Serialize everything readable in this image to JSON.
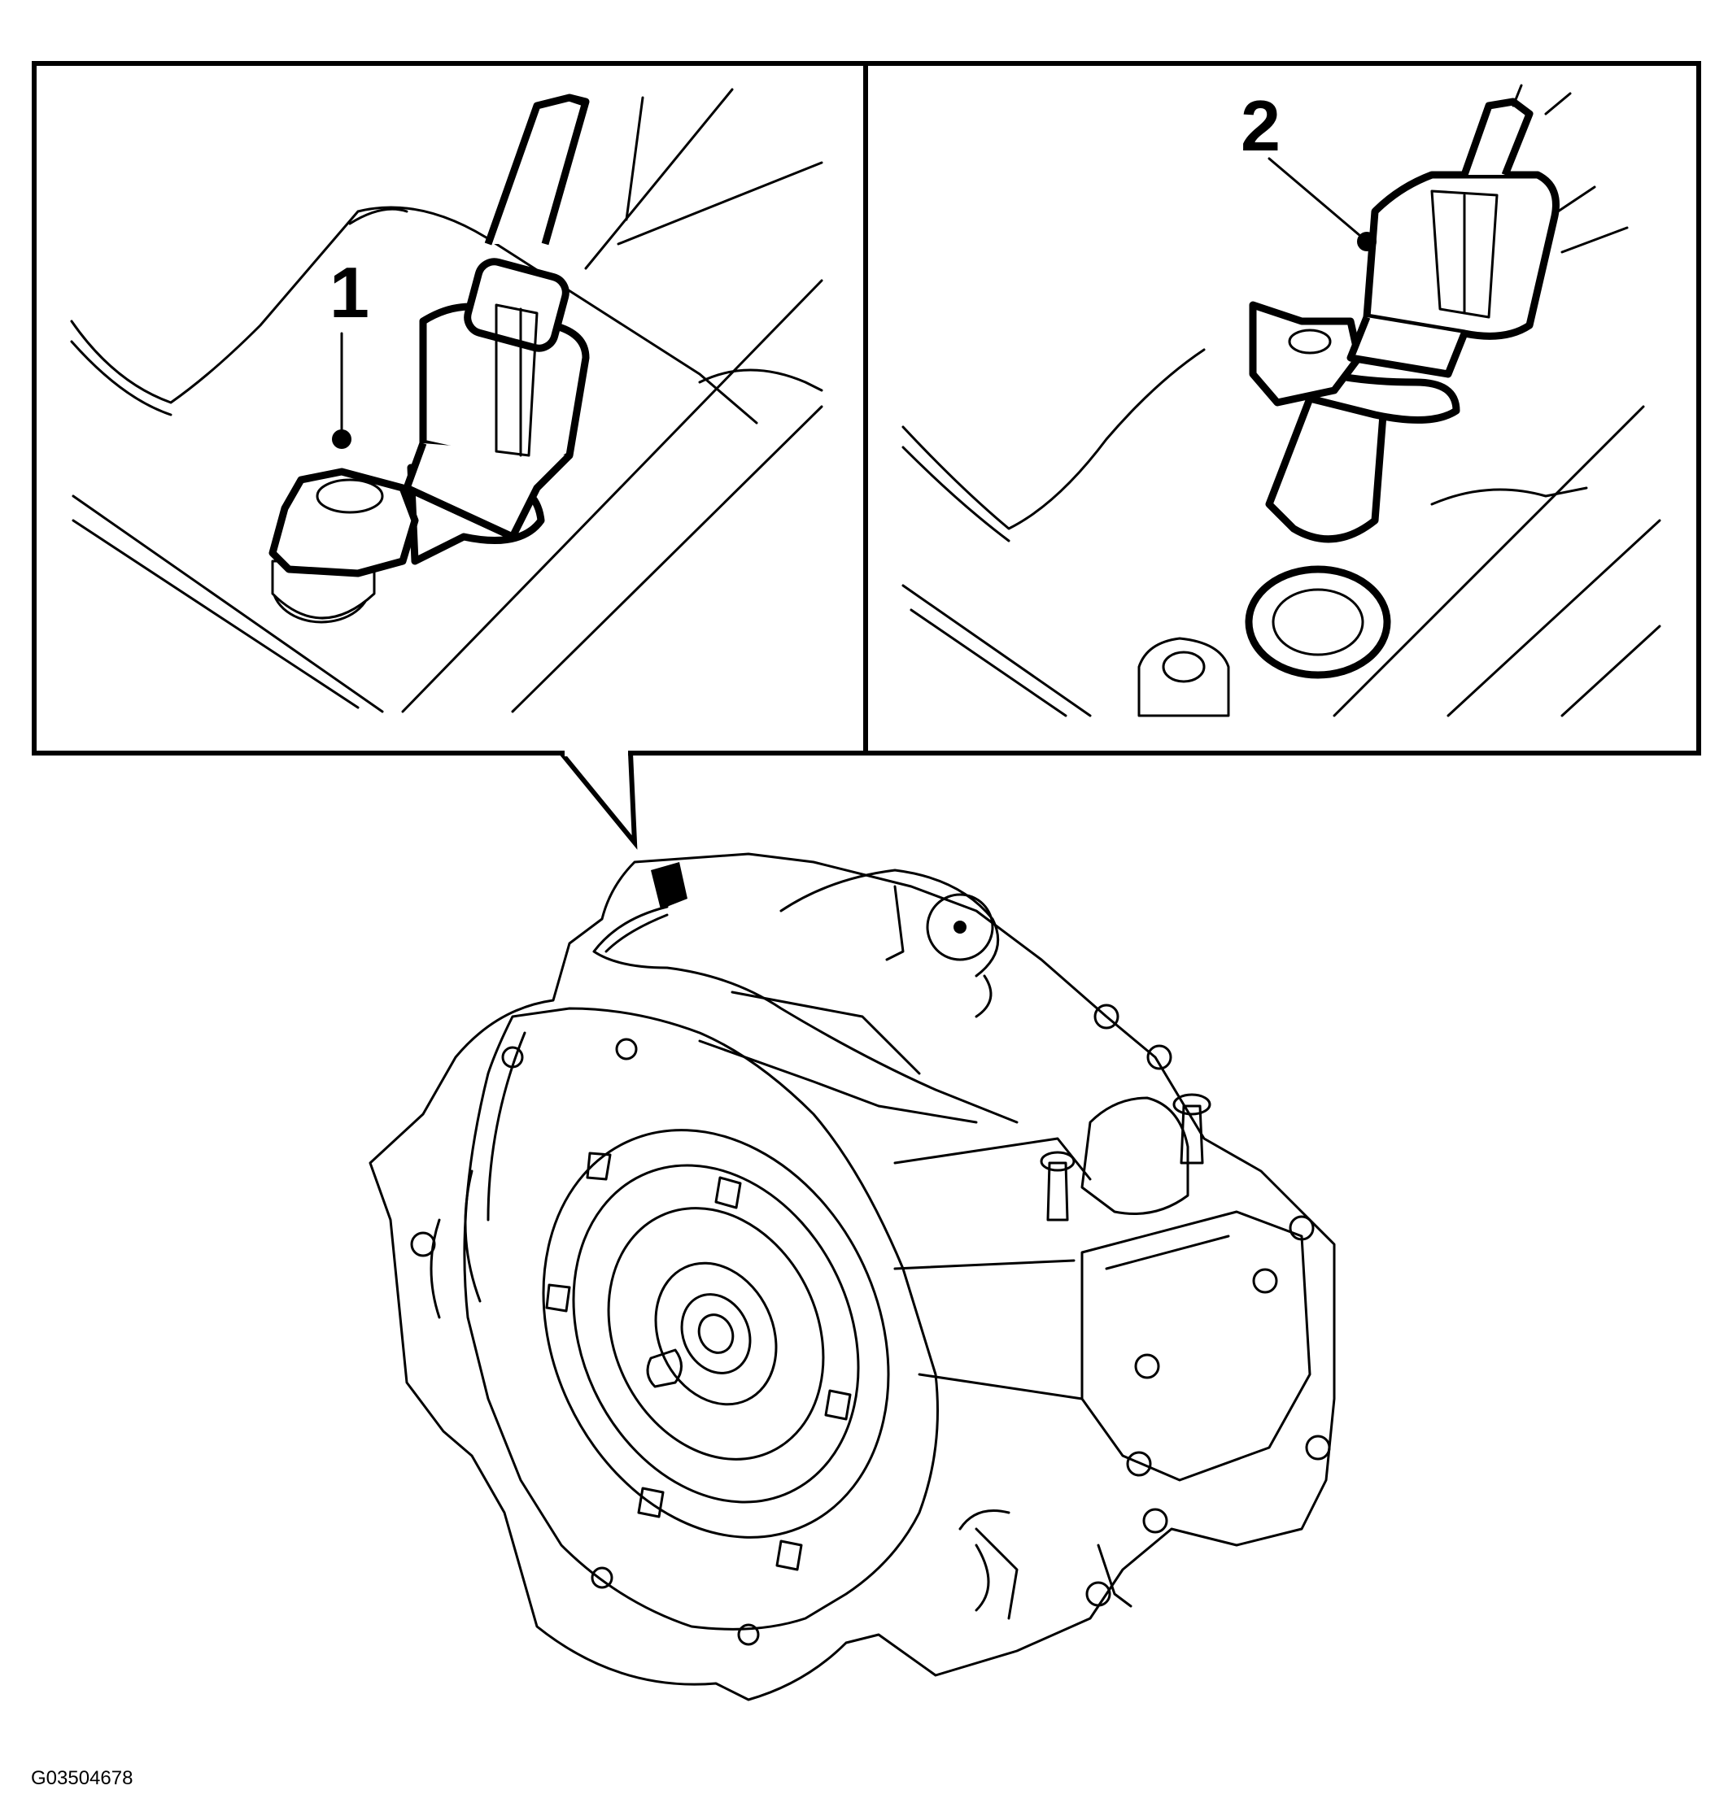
{
  "figure": {
    "callouts": [
      {
        "id": "callout-1",
        "label": "1"
      },
      {
        "id": "callout-2",
        "label": "2"
      }
    ],
    "figure_id": "G03504678"
  }
}
